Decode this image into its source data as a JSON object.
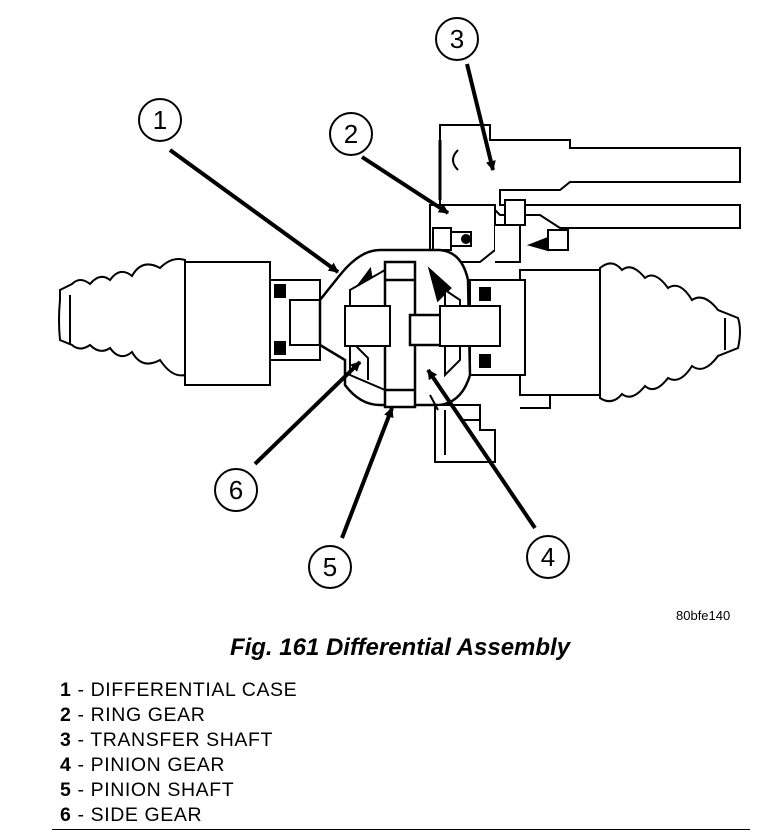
{
  "image_code": "80bfe140",
  "caption": "Fig. 161 Differential Assembly",
  "callouts": [
    {
      "number": "1",
      "label": "DIFFERENTIAL CASE"
    },
    {
      "number": "2",
      "label": "RING GEAR"
    },
    {
      "number": "3",
      "label": "TRANSFER SHAFT"
    },
    {
      "number": "4",
      "label": "PINION GEAR"
    },
    {
      "number": "5",
      "label": "PINION SHAFT"
    },
    {
      "number": "6",
      "label": "SIDE GEAR"
    }
  ],
  "separator": " - "
}
